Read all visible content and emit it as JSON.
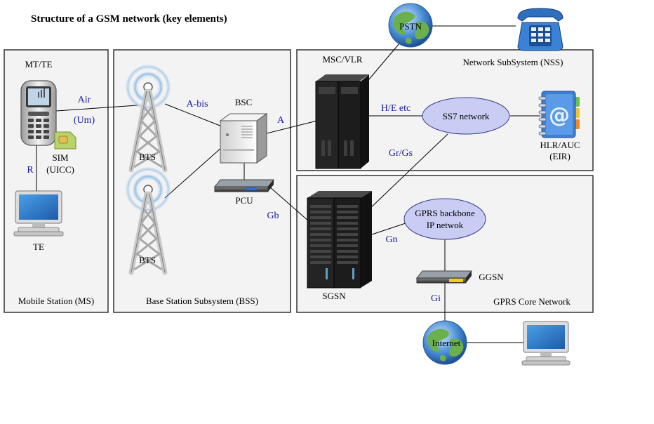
{
  "title": "Structure of a GSM network (key elements)",
  "subsystems": {
    "ms": "Mobile Station (MS)",
    "bss": "Base Station Subsystem (BSS)",
    "nss": "Network SubSystem (NSS)",
    "gprs": "GPRS Core Network"
  },
  "nodes": {
    "mt_te": "MT/TE",
    "sim_1": "SIM",
    "sim_2": "(UICC)",
    "te": "TE",
    "bts_top": "BTS",
    "bts_bottom": "BTS",
    "bsc": "BSC",
    "pcu": "PCU",
    "msc_vlr": "MSC/VLR",
    "pstn": "PSTN",
    "ss7": "SS7 network",
    "hlr_1": "HLR/AUC",
    "hlr_2": "(EIR)",
    "sgsn": "SGSN",
    "gprs_backbone_1": "GPRS backbone",
    "gprs_backbone_2": "IP netwok",
    "ggsn": "GGSN",
    "internet": "Internet"
  },
  "interfaces": {
    "air": "Air",
    "um": "(Um)",
    "r": "R",
    "abis": "A-bis",
    "a": "A",
    "he": "H/E etc",
    "grgs": "Gr/Gs",
    "gb": "Gb",
    "gn": "Gn",
    "gi": "Gi"
  },
  "colors": {
    "box_fill": "#f3f3f3",
    "interface_text": "#1a1aa6",
    "cloud_fill": "#c9cdf3",
    "server_dark": "#1e1e1e"
  },
  "icons": [
    "mobile-phone-icon",
    "sim-card-icon",
    "computer-icon",
    "antenna-tower-icon",
    "server-icon",
    "switch-icon",
    "server-rack-icon",
    "globe-icon",
    "telephone-icon",
    "address-book-icon"
  ]
}
